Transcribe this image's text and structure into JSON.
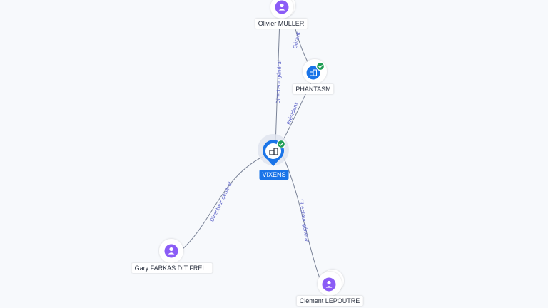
{
  "center": {
    "name": "VIXENS",
    "verified": true,
    "type_icon": "company-icon"
  },
  "companies": [
    {
      "id": "phantasm",
      "name": "PHANTASM",
      "verified": true,
      "type_icon": "company-icon"
    }
  ],
  "persons": [
    {
      "id": "olivier",
      "name": "Olivier MULLER",
      "icon": "person-icon"
    },
    {
      "id": "gary",
      "name": "Gary FARKAS DIT FREI...",
      "icon": "person-icon"
    },
    {
      "id": "clement",
      "name": "Clément LEPOUTRE",
      "icon": "person-icon"
    }
  ],
  "relations": [
    {
      "id": "olivier-vixens",
      "label": "Directeur général"
    },
    {
      "id": "olivier-phantasm",
      "label": "Gérant"
    },
    {
      "id": "phantasm-vixens",
      "label": "Président"
    },
    {
      "id": "gary-vixens",
      "label": "Directeur général"
    },
    {
      "id": "clement-vixens",
      "label": "Directeur général"
    }
  ],
  "colors": {
    "accent": "#1a74e8",
    "person": "#8b5cf6",
    "verified": "#1f9d55",
    "edge_label": "#5a60c8"
  }
}
